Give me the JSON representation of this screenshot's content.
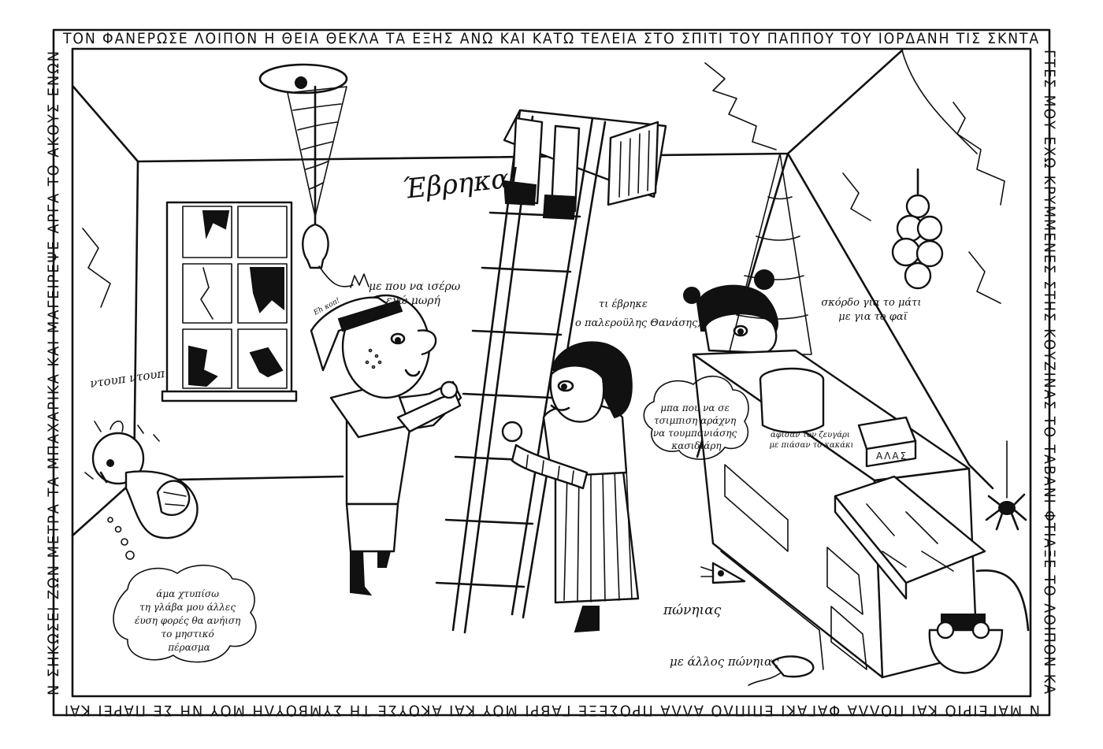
{
  "border": {
    "top": "ΤΟΝ ΦΑΝΕΡΩΣΕ ΛΟΙΠΟΝ Η ΘΕΙΑ ΘΕΚΛΑ ΤΑ ΕΞΗΣ ΑΝΩ ΚΑΙ ΚΑΤΩ ΤΕΛΕΙΑ ΣΤΟ ΣΠΙΤΙ ΤΟΥ ΠΑΠΠΟΥ ΤΟΥ ΙΟΡΔΑΝΗ ΤΙΣ ΣΚΝΤΑ",
    "right": "ΓΤΕΣ ΜΟΥ ΕΧΩ ΚΡΥΜΜΕΝΕΣ ΣΤΗΣ ΚΟΥΖΙΝΑΣ ΤΟ ΤΑΒΑΝΙ ΦΤΙΑΞΕ ΤΟ ΛΟΙΠΟΝ ΚΑ",
    "bottom": "Ν ΜΑΓΕΙΡΙΟ ΚΑΙ ΠΟΛΛΑ ΦΑΓΑΚΙ ΕΠΙΠΛΟ ΑΛΛΑ ΠΡΟΣΕΞΕ ΓΑΒΡΙ ΜΟΥ ΚΑΙ ΑΚΟΥΣΕ ΤΗ ΣΥΜΒΟΥΛΗ ΜΟΥ ΝΗ ΣΕ ΠΑΡΕΙ ΚΑΙ",
    "left": "Ν ΣΗΚΩΣΕΙ ΖΩΝ ΜΕΤΡΑ ΤΑ ΜΠΑΧΑΡΙΚΑ ΚΑΙ ΜΑΓΕΙΡΕΨΕ ΑΡΓΑ ΤΟ ΑΚΟΥΣ ΕΝΩΝ"
  },
  "captions": {
    "found": "Έβρηκα!",
    "where_look": [
      "με που να ισέρω",
      "εγώ μωρή"
    ],
    "what_found": [
      "τι έβρηκε",
      "ο παλεροϋλης Θανάσης;"
    ],
    "ntoup": "ντουπ ντουπ",
    "eh_kopi": "Εh κοπ!",
    "baby_thought": [
      "άμα χτυπίσω",
      "τη γλάβα μου άλλες",
      "έυση φορές θα ανήιση",
      "το μηστικό",
      "πέρασμα"
    ],
    "woman_cloud": [
      "μπα που να σε",
      "τσιμπιση αράχνη",
      "να τουμπανιάσης",
      "κασιδιάρη"
    ],
    "garlic": [
      "σκόρδο για το μάτι",
      "με για το φαϊ"
    ],
    "cabinet_note": [
      "άφισαν τον ζευγάρι",
      "με πιάσαν το κακάκι"
    ],
    "salt_box": "ΑΛΑΣ",
    "mouse1": "πώνηιας",
    "mouse2": "με άλλος πώνηιας"
  }
}
